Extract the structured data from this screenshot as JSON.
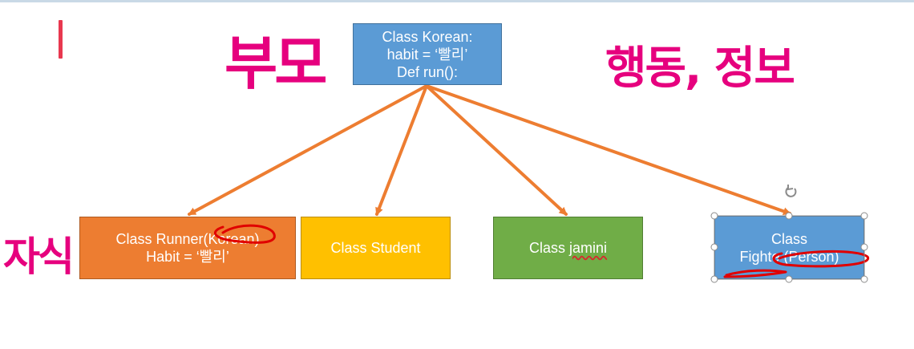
{
  "diagram": {
    "parent": {
      "line1": "Class Korean:",
      "line2": "habit = ‘빨리’",
      "line3": "Def run():"
    },
    "children": {
      "runner": {
        "line1": "Class Runner(Korean)",
        "line2": "Habit = ‘빨리’"
      },
      "student": {
        "line1": "Class Student"
      },
      "jamini": {
        "prefix": "Class ",
        "name": "jamini"
      },
      "fighter": {
        "line1": "Class",
        "line2": "Fighte (Person)"
      }
    }
  },
  "annotations": {
    "parent_note": "부모",
    "behavior_note": "행동, 정보",
    "child_note": "자식"
  },
  "colors": {
    "parent_box": "#5b9bd5",
    "runner_box": "#ed7d31",
    "student_box": "#ffc000",
    "jamini_box": "#70ad47",
    "fighter_box": "#5b9bd5",
    "arrow": "#ed7d31",
    "ink_pink": "#e6007e",
    "ink_red": "#e00000"
  }
}
